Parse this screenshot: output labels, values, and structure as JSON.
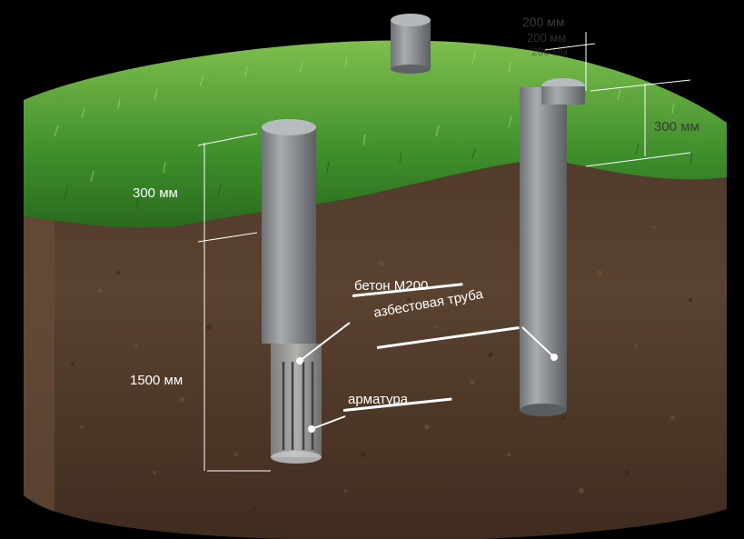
{
  "diagram": {
    "labels": {
      "top_pipe_200": "200 мм",
      "top_pipe_200_b": "200 мм",
      "top_pipe_200_c": "200 мм",
      "right_depth": "300 мм",
      "left_above_ground": "300 мм",
      "left_below_ground": "1500 мм",
      "concrete": "бетон М200",
      "asbestos_pipe": "азбестовая труба",
      "rebar": "арматура"
    }
  }
}
